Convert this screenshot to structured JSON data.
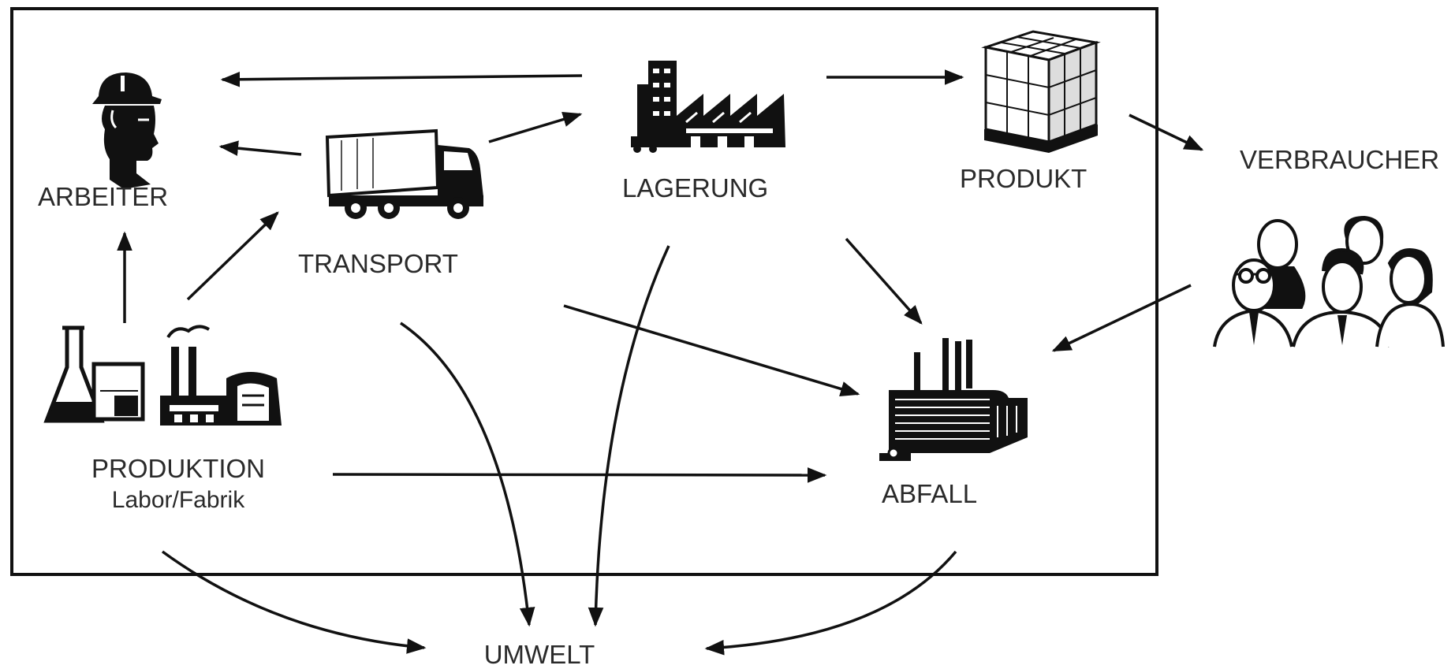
{
  "nodes": {
    "arbeiter": {
      "label": "ARBEITER",
      "icon": "worker-helmet-icon"
    },
    "transport": {
      "label": "TRANSPORT",
      "icon": "truck-icon"
    },
    "lagerung": {
      "label": "LAGERUNG",
      "icon": "warehouse-icon"
    },
    "produkt": {
      "label": "PRODUKT",
      "icon": "pallet-boxes-icon"
    },
    "verbraucher": {
      "label": "VERBRAUCHER",
      "icon": "people-group-icon"
    },
    "produktion": {
      "label": "PRODUKTION",
      "sublabel": "Labor/Fabrik",
      "icon": "lab-factory-icon"
    },
    "abfall": {
      "label": "ABFALL",
      "icon": "incinerator-plant-icon"
    },
    "umwelt": {
      "label": "UMWELT"
    }
  },
  "edges": [
    {
      "from": "lagerung",
      "to": "arbeiter"
    },
    {
      "from": "transport",
      "to": "arbeiter"
    },
    {
      "from": "transport",
      "to": "lagerung"
    },
    {
      "from": "lagerung",
      "to": "produkt"
    },
    {
      "from": "produkt",
      "to": "verbraucher"
    },
    {
      "from": "produktion",
      "to": "arbeiter"
    },
    {
      "from": "produktion",
      "to": "transport"
    },
    {
      "from": "lagerung",
      "to": "abfall"
    },
    {
      "from": "transport",
      "to": "abfall"
    },
    {
      "from": "verbraucher",
      "to": "abfall"
    },
    {
      "from": "produktion",
      "to": "abfall"
    },
    {
      "from": "transport",
      "to": "umwelt"
    },
    {
      "from": "lagerung",
      "to": "umwelt"
    },
    {
      "from": "produktion",
      "to": "umwelt"
    },
    {
      "from": "abfall",
      "to": "umwelt"
    }
  ],
  "colors": {
    "line": "#111111",
    "text": "#2a2a2a",
    "background": "#ffffff"
  }
}
